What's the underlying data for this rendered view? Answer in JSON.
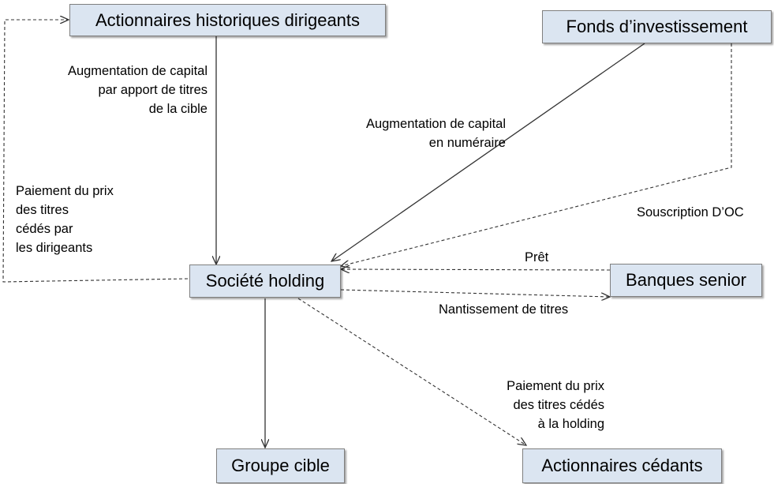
{
  "nodes": {
    "historic_shareholders": "Actionnaires historiques dirigeants",
    "investment_fund": "Fonds d’investissement",
    "holding": "Société holding",
    "senior_banks": "Banques senior",
    "target_group": "Groupe cible",
    "selling_shareholders": "Actionnaires cédants"
  },
  "edges": {
    "capital_increase_contribution": "Augmentation de capital\npar apport de titres\nde la cible",
    "capital_increase_cash": "Augmentation de capital\nen numéraire",
    "price_payment_managers": "Paiement du prix\ndes titres\ncédés par\nles dirigeants",
    "oc_subscription": "Souscription D’OC",
    "loan": "Prêt",
    "share_pledge": "Nantissement de titres",
    "price_payment_holding": "Paiement du prix\ndes titres cédés\nà la holding"
  }
}
